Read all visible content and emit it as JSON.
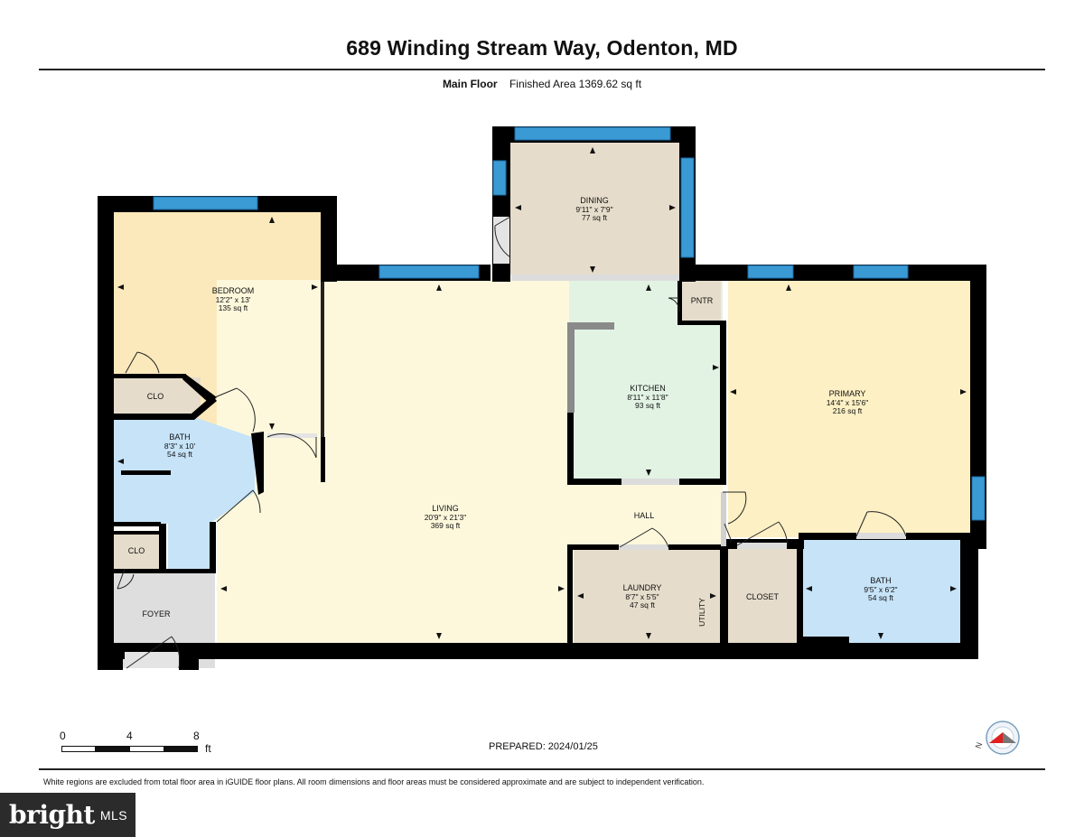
{
  "header": {
    "title": "689 Winding Stream Way, Odenton, MD",
    "floor": "Main Floor",
    "area_text": "Finished Area 1369.62 sq ft"
  },
  "rooms": {
    "dining": {
      "name": "DINING",
      "dims": "9'11\" x 7'9\"",
      "area": "77 sq ft"
    },
    "bedroom": {
      "name": "BEDROOM",
      "dims": "12'2\" x 13'",
      "area": "135 sq ft"
    },
    "kitchen": {
      "name": "KITCHEN",
      "dims": "8'11\" x 11'8\"",
      "area": "93 sq ft"
    },
    "primary": {
      "name": "PRIMARY",
      "dims": "14'4\" x 15'6\"",
      "area": "216 sq ft"
    },
    "bath1": {
      "name": "BATH",
      "dims": "8'3\" x 10'",
      "area": "54 sq ft"
    },
    "living": {
      "name": "LIVING",
      "dims": "20'9\" x 21'3\"",
      "area": "369 sq ft"
    },
    "laundry": {
      "name": "LAUNDRY",
      "dims": "8'7\" x 5'5\"",
      "area": "47 sq ft"
    },
    "bath2": {
      "name": "BATH",
      "dims": "9'5\" x 6'2\"",
      "area": "54 sq ft"
    },
    "clo1": "CLO",
    "clo2": "CLO",
    "foyer": "FOYER",
    "pntr": "PNTR",
    "hall": "HALL",
    "closet": "CLOSET",
    "utility": "UTILITY"
  },
  "scale": {
    "ticks": [
      "0",
      "4",
      "8"
    ],
    "unit": "ft"
  },
  "footer": {
    "prepared": "PREPARED: 2024/01/25",
    "disclaimer": "White regions are excluded from total floor area in iGUIDE floor plans. All room dimensions and floor areas must be considered approximate and are subject to independent verification.",
    "compass_letter": "N"
  },
  "logo": {
    "brand": "bright",
    "suffix": "MLS"
  },
  "colors": {
    "bedroom": "#fbe9bb",
    "primary": "#fdf0c4",
    "living": "#fdf8dc",
    "kitchen": "#e2f3e4",
    "bath": "#c6e3f8",
    "closet": "#e6dccb",
    "foyer": "#dedede",
    "window": "#3a9ad4",
    "wall": "#000000"
  }
}
